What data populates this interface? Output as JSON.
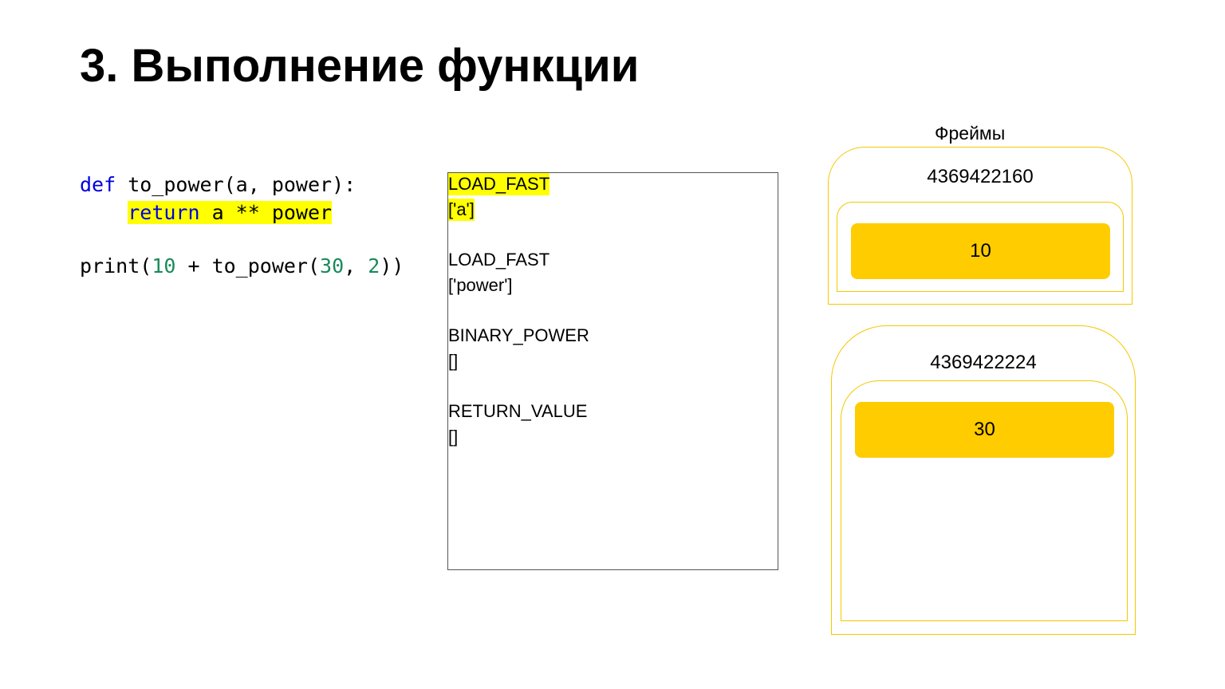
{
  "title": "3. Выполнение функции",
  "code": {
    "line1": {
      "kw": "def",
      "rest": " to_power(a, power):"
    },
    "line2": {
      "indent": "    ",
      "kw": "return",
      "rest": " a ** power"
    },
    "line3": {
      "fn": "print(",
      "n1": "10",
      "mid": " + to_power(",
      "n2": "30",
      "sep": ", ",
      "n3": "2",
      "end": "))"
    }
  },
  "bytecode": [
    {
      "op": "LOAD_FAST",
      "arg": "['a']",
      "highlighted": true
    },
    {
      "op": "LOAD_FAST",
      "arg": "['power']",
      "highlighted": false
    },
    {
      "op": "BINARY_POWER",
      "arg": "[]",
      "highlighted": false
    },
    {
      "op": "RETURN_VALUE",
      "arg": "[]",
      "highlighted": false
    }
  ],
  "frames": {
    "label": "Фреймы",
    "items": [
      {
        "id": "4369422160",
        "value": "10"
      },
      {
        "id": "4369422224",
        "value": "30"
      }
    ]
  },
  "colors": {
    "highlight": "#ffff00",
    "frame_border": "#f5c800",
    "value_fill": "#ffcc00",
    "keyword": "#0000dd",
    "number": "#1a8a5a"
  }
}
